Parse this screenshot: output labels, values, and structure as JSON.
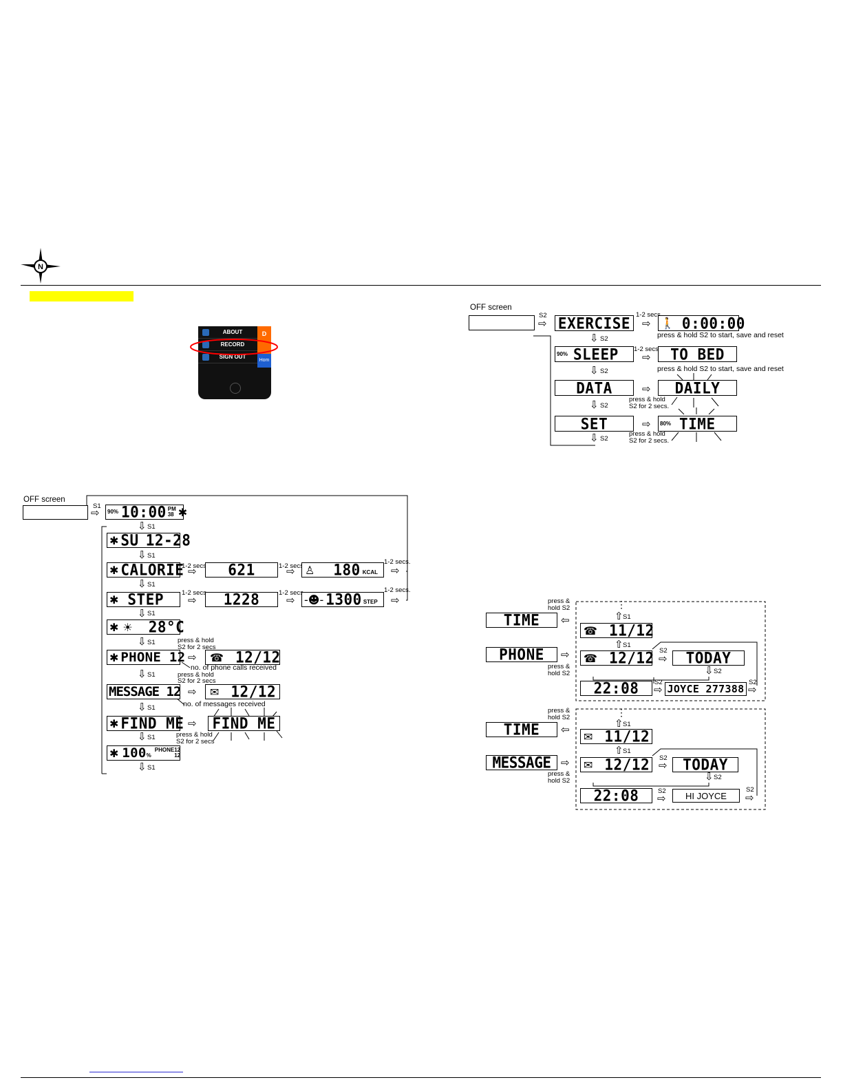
{
  "header": {
    "highlight_color": "#ffff00",
    "logo_icon": "compass-star-logo-icon"
  },
  "phone_menu": {
    "items": [
      "ABOUT",
      "RECORD",
      "SIGN OUT"
    ],
    "side_labels": [
      "D",
      "Hom"
    ],
    "highlight_circle_color": "#ff0000"
  },
  "s1_flow": {
    "off_label": "OFF screen",
    "button": "S1",
    "time_screen": {
      "battery": "90%",
      "time": "10:00",
      "ampm": "PM",
      "seconds": "38"
    },
    "date_screen": {
      "day": "SU",
      "date": "12-28"
    },
    "calorie_screen": {
      "label": "CALORIE",
      "value": "621",
      "kcal": "180",
      "kcal_unit": "KCAL"
    },
    "step_screen": {
      "label": "STEP",
      "value": "1228",
      "goal": "1300",
      "goal_unit": "STEP"
    },
    "weather_screen": {
      "temp": "28°C"
    },
    "phone_screen": {
      "label": "PHONE 12",
      "detail": "12/12",
      "note": "no. of phone calls received"
    },
    "message_screen": {
      "label": "MESSAGE 12",
      "detail": "12/12",
      "note": "no. of messages received"
    },
    "findme_screen": {
      "label": "FIND ME",
      "detail": "FIND ME"
    },
    "status_screen": {
      "battery": "100",
      "percent": "%",
      "phone_label": "PHONE12",
      "count": "12"
    },
    "delay": "1-2 secs.",
    "hold_a": "press & hold",
    "hold_b": "S2 for 2 secs"
  },
  "s2_flow": {
    "off_label": "OFF screen",
    "button": "S2",
    "exercise": {
      "label": "EXERCISE",
      "timer": "0:00:00",
      "note": "press & hold S2 to start, save and reset"
    },
    "sleep": {
      "battery": "90%",
      "label": "SLEEP",
      "detail": "TO BED",
      "note": "press & hold S2 to start, save and reset"
    },
    "data": {
      "label": "DATA",
      "detail": "DAILY"
    },
    "set": {
      "label": "SET",
      "battery": "80%",
      "detail": "TIME"
    },
    "delay": "1-2 secs.",
    "hold_a": "press & hold",
    "hold_b": "S2 for 2 secs."
  },
  "phone_history": {
    "time_label": "TIME",
    "phone_label": "PHONE",
    "hold_a": "press &",
    "hold_b": "hold S2",
    "prev": "11/12",
    "current": "12/12",
    "today": "TODAY",
    "clock": "22:08",
    "caller": "JOYCE 277388",
    "s1": "S1",
    "s2": "S2"
  },
  "message_history": {
    "time_label": "TIME",
    "message_label": "MESSAGE",
    "hold_a": "press &",
    "hold_b": "hold S2",
    "prev": "11/12",
    "current": "12/12",
    "today": "TODAY",
    "clock": "22:08",
    "text": "HI JOYCE",
    "s1": "S1",
    "s2": "S2"
  }
}
